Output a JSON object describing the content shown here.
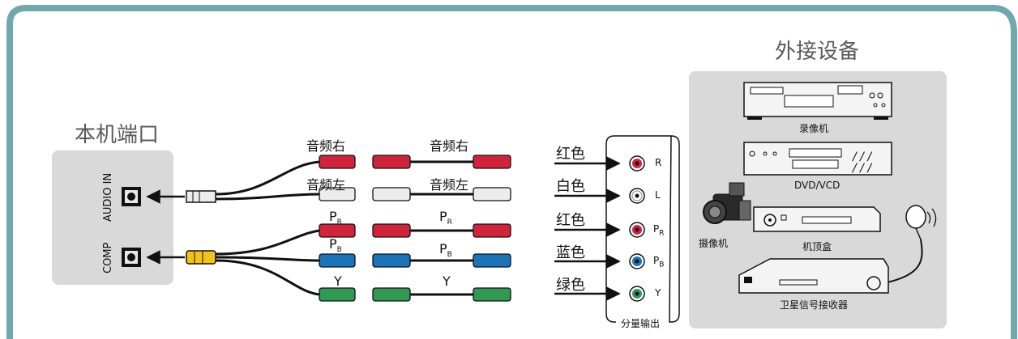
{
  "ext": {
    "title": "外接设备"
  },
  "local": {
    "title": "本机端口"
  },
  "ports": {
    "audio": "AUDIO IN",
    "comp": "COMP"
  },
  "cables": {
    "audio_right": "音频右",
    "audio_left": "音频左",
    "pr": "P",
    "pr_sub": "R",
    "pb": "P",
    "pb_sub": "B",
    "y": "Y"
  },
  "colors": {
    "red": "红色",
    "white": "白色",
    "red2": "红色",
    "blue": "蓝色",
    "green": "绿色"
  },
  "jacks": {
    "r": "R",
    "l": "L",
    "pr": "P",
    "pr_sub": "R",
    "pb": "P",
    "pb_sub": "B",
    "y": "Y",
    "panel_label": "分量输出"
  },
  "devices": {
    "vcr": "录像机",
    "dvd": "DVD/VCD",
    "camcorder": "摄像机",
    "stb": "机顶盒",
    "satellite": "卫星信号接收器"
  },
  "palette": {
    "frame": "#6fa8ae",
    "panel": "#d9d9d9",
    "red": "#d2233c",
    "white": "#e9e9e9",
    "blue": "#1b74b8",
    "green": "#2f9a54",
    "yellow": "#f2c21b"
  }
}
